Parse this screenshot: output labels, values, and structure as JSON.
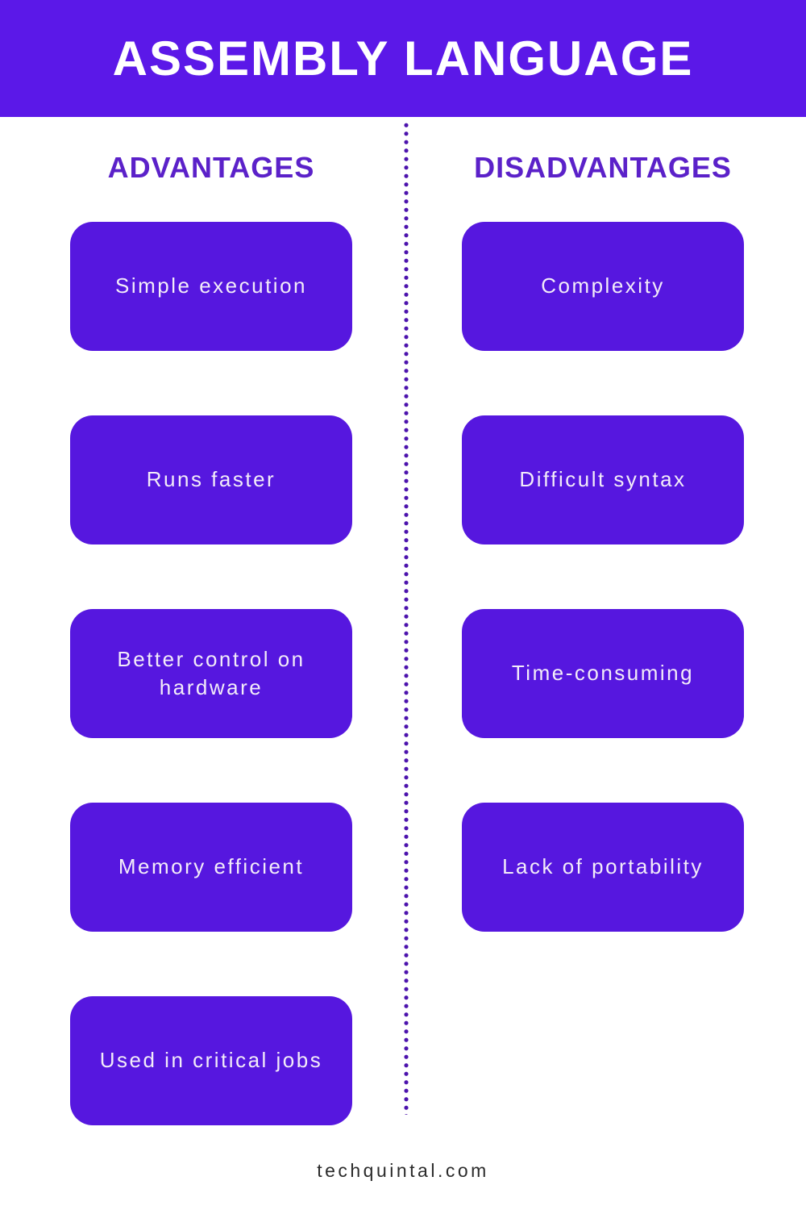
{
  "page": {
    "title": "ASSEMBLY LANGUAGE",
    "footer": "techquintal.com"
  },
  "colors": {
    "background": "#ffffff",
    "banner": "#5b18e8",
    "card": "#5617df",
    "heading": "#5b21c9",
    "dot": "#4c13ad",
    "cardText": "#f3ecf9",
    "footerText": "#2b2b2b"
  },
  "advantages": {
    "heading": "ADVANTAGES",
    "items": [
      "Simple execution",
      "Runs faster",
      "Better control on hardware",
      "Memory efficient",
      "Used in critical jobs"
    ]
  },
  "disadvantages": {
    "heading": "DISADVANTAGES",
    "items": [
      "Complexity",
      "Difficult syntax",
      "Time-consuming",
      "Lack of portability"
    ]
  }
}
